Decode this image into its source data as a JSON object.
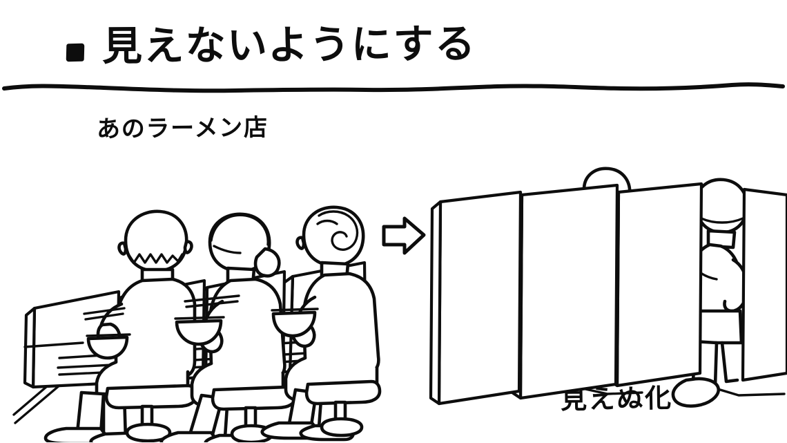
{
  "header": {
    "bullet": "filled-square-bullet",
    "title": "見えないようにする",
    "divider": "wavy-horizontal-rule"
  },
  "captions": {
    "left_scene": "あのラーメン店",
    "right_scene": "見えぬ化"
  },
  "transition": {
    "arrow": "right-arrow-icon",
    "direction": "left-to-right"
  },
  "diagram": {
    "type": "before-after-sketch",
    "style": "hand-drawn black ink line art on white",
    "colors": {
      "ink": "#0d0d0d",
      "background": "#ffffff"
    },
    "scenes": [
      {
        "id": "before",
        "label": "あのラーメン店",
        "description": "ramen shop counter with booth partitions, three seated customers eating",
        "partition_count": 4,
        "people": [
          {
            "id": "person-1",
            "pose": "seated on stool, back to viewer",
            "holding": [
              "chopsticks",
              "bowl"
            ]
          },
          {
            "id": "person-2",
            "pose": "seated on stool, side profile, ponytail",
            "holding": [
              "chopsticks",
              "bowl"
            ]
          },
          {
            "id": "person-3",
            "pose": "seated on stool, side profile, short hair",
            "holding": [
              "bowl"
            ]
          }
        ],
        "furniture": [
          "counter-ledge",
          "three-pedestal-stools",
          "floor-line"
        ]
      },
      {
        "id": "after",
        "label": "見えぬ化",
        "description": "tall partition panels hide the people; only fragments of each figure remain visible",
        "partition_count": 4,
        "people": [
          {
            "id": "hidden-person-1",
            "pose": "standing, mostly concealed behind panel, one foot visible",
            "visible_parts": [
              "head-sliver",
              "arm",
              "leg",
              "shoe"
            ]
          },
          {
            "id": "hidden-person-2",
            "pose": "standing, partially concealed, head and body sliver visible",
            "visible_parts": [
              "head",
              "torso",
              "arm",
              "leg",
              "shoe"
            ]
          },
          {
            "id": "hidden-person-3",
            "pose": "standing at right edge, partially concealed",
            "visible_parts": [
              "head",
              "torso",
              "arm",
              "leg",
              "shoe"
            ]
          }
        ],
        "furniture": [
          "tall-partition-panels",
          "floor-line"
        ]
      }
    ]
  }
}
